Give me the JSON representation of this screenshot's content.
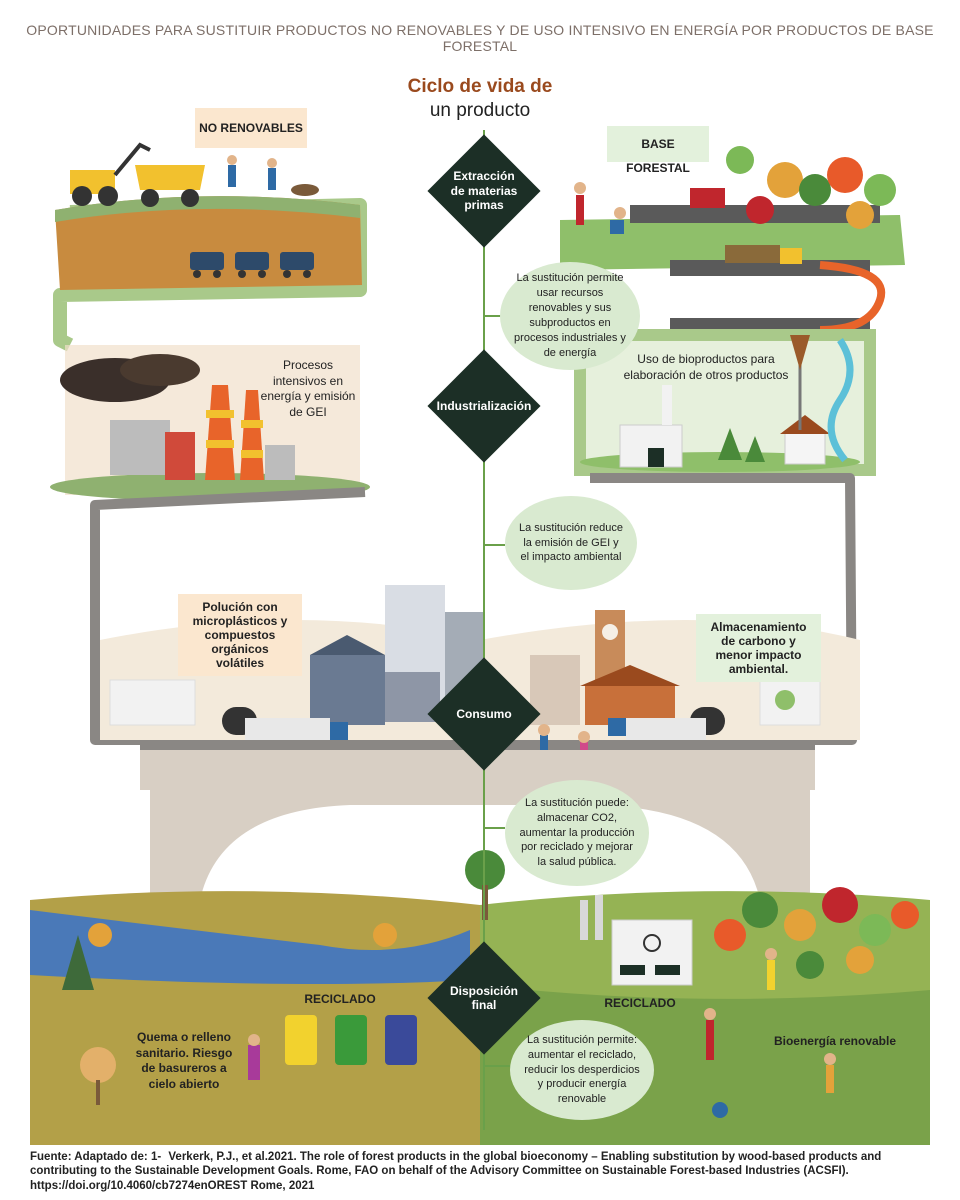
{
  "header": "OPORTUNIDADES PARA SUSTITUIR PRODUCTOS NO RENOVABLES Y DE USO INTENSIVO EN ENERGÍA POR PRODUCTOS DE BASE FORESTAL",
  "title": {
    "line1": "Ciclo de vida de",
    "line2": "un producto"
  },
  "stages": [
    {
      "label": "Extracción de materias primas"
    },
    {
      "label": "Industrialización"
    },
    {
      "label": "Consumo"
    },
    {
      "label": "Disposición final"
    }
  ],
  "notes": {
    "no_renovables": "NO RENOVABLES",
    "base_forestal": "BASE FORESTAL",
    "polucion": "Polución con microplásticos y compuestos orgánicos volátiles",
    "almacenamiento": "Almacenamiento de carbono y menor impacto ambiental."
  },
  "bubbles": [
    "La sustitución permite usar recursos renovables y sus subproductos en procesos industriales y de energía",
    "La sustitución reduce la emisión de GEI y el impacto ambiental",
    "La sustitución puede: almacenar CO2, aumentar la producción por reciclado y mejorar la salud pública.",
    "La sustitución permite: aumentar el reciclado, reducir los desperdicios y producir energía renovable"
  ],
  "labels": {
    "procesos": "Procesos intensivos en energía y emisión de GEI",
    "bioproductos": "Uso de bioproductos para elaboración de otros productos",
    "reciclado_left": "RECICLADO",
    "reciclado_right": "RECICLADO",
    "quema": "Quema o relleno sanitario. Riesgo de basureros a cielo abierto",
    "bioenergia": "Bioenergía renovable"
  },
  "source": {
    "prefix": "Fuente: Adaptado de:  1-",
    "text": "Verkerk, P.J., et al.2021. The role of forest products in the global bioeconomy – Enabling substitution by wood-based products and contributing to the Sustainable Development Goals. Rome, FAO on behalf of the Advisory Committee on Sustainable Forest-based Industries (ACSFI). https://doi.org/10.4060/cb7274enOREST Rome, 2021"
  },
  "colors": {
    "diamond": "#1c2f26",
    "bubble": "#d9ead0",
    "note": "#fbe7cf",
    "title_accent": "#9a4a1e",
    "path_green": "#a9c98a",
    "path_gray": "#8a8784"
  }
}
